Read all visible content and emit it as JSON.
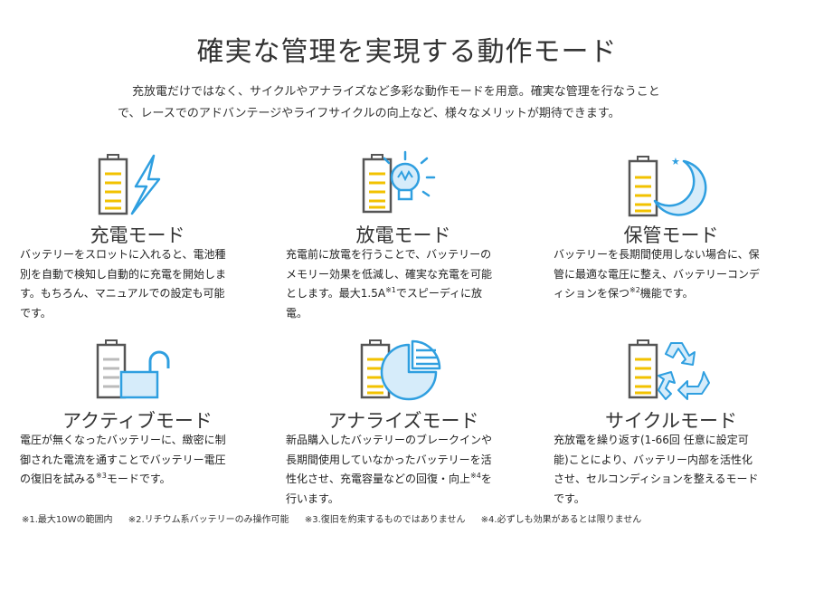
{
  "title": "確実な管理を実現する動作モード",
  "intro": {
    "line1": "充放電だけではなく、サイクルやアナライズなど多彩な動作モードを用意。確実な管理を行なうこと",
    "line2": "で、レースでのアドバンテージやライフサイクルの向上など、様々なメリットが期待できます。"
  },
  "modes": [
    {
      "name": "充電モード",
      "icon": "battery-lightning-icon",
      "lines": [
        [
          "バッテリーをスロットに入れると、電池種"
        ],
        [
          "別を自動で検知し自動的に充電を開始しま"
        ],
        [
          "す。もちろん、マニュアルでの設定も可能"
        ],
        [
          "です。"
        ]
      ]
    },
    {
      "name": "放電モード",
      "icon": "battery-lightbulb-icon",
      "lines": [
        [
          "充電前に放電を行うことで、バッテリーの"
        ],
        [
          "メモリー効果を低減し、確実な充電を可能"
        ],
        [
          "とします。最大1.5A",
          "※1",
          "でスピーディに放"
        ],
        [
          "電。"
        ]
      ]
    },
    {
      "name": "保管モード",
      "icon": "battery-moon-icon",
      "lines": [
        [
          "バッテリーを長期間使用しない場合に、保"
        ],
        [
          "管に最適な電圧に整え、バッテリーコンデ"
        ],
        [
          "ィションを保つ",
          "※2",
          "機能です。"
        ]
      ]
    },
    {
      "name": "アクティブモード",
      "icon": "battery-unlock-icon",
      "lines": [
        [
          "電圧が無くなったバッテリーに、緻密に制"
        ],
        [
          "御された電流を通すことでバッテリー電圧"
        ],
        [
          "の復旧を試みる",
          "※3",
          "モードです。"
        ]
      ]
    },
    {
      "name": "アナライズモード",
      "icon": "battery-piechart-icon",
      "lines": [
        [
          "新品購入したバッテリーのブレークインや"
        ],
        [
          "長期間使用していなかったバッテリーを活"
        ],
        [
          "性化させ、充電容量などの回復・向上",
          "※4",
          "を"
        ],
        [
          "行います。"
        ]
      ]
    },
    {
      "name": "サイクルモード",
      "icon": "battery-recycle-icon",
      "lines": [
        [
          "充放電を繰り返す(1-66回 任意に設定可"
        ],
        [
          "能)ことにより、バッテリー内部を活性化"
        ],
        [
          "させ、セルコンディションを整えるモード"
        ],
        [
          "です。"
        ]
      ]
    }
  ],
  "notes": [
    "※1.最大10Wの範囲内",
    "※2.リチウム系バッテリーのみ操作可能",
    "※3.復旧を約束するものではありません",
    "※4.必ずしも効果があるとは限りません"
  ],
  "colors": {
    "outline": "#555555",
    "battery_bars": "#f2c200",
    "battery_bars_gray": "#bbbbbb",
    "accent_blue": "#2f9fe0",
    "fill_blue": "#d6ecfa"
  }
}
